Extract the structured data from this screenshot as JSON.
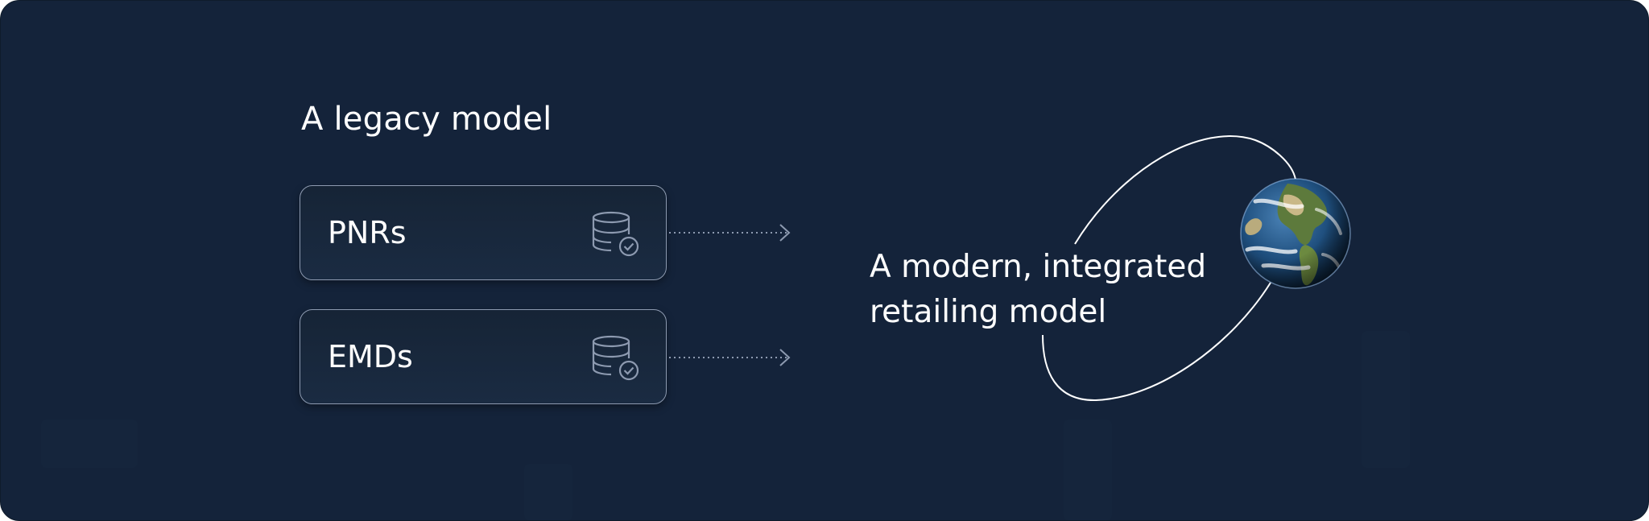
{
  "diagram": {
    "legacy_title": "A legacy model",
    "cards": [
      {
        "label": "PNRs",
        "icon": "database-check-icon"
      },
      {
        "label": "EMDs",
        "icon": "database-check-icon"
      }
    ],
    "modern_lines": [
      "A modern, integrated",
      "retailing model"
    ],
    "globe_icon": "earth-globe-icon",
    "colors": {
      "background": "#14233a",
      "card_border": "#8d9ab0",
      "text": "#ffffff",
      "arrow": "#8d9ab0"
    }
  }
}
